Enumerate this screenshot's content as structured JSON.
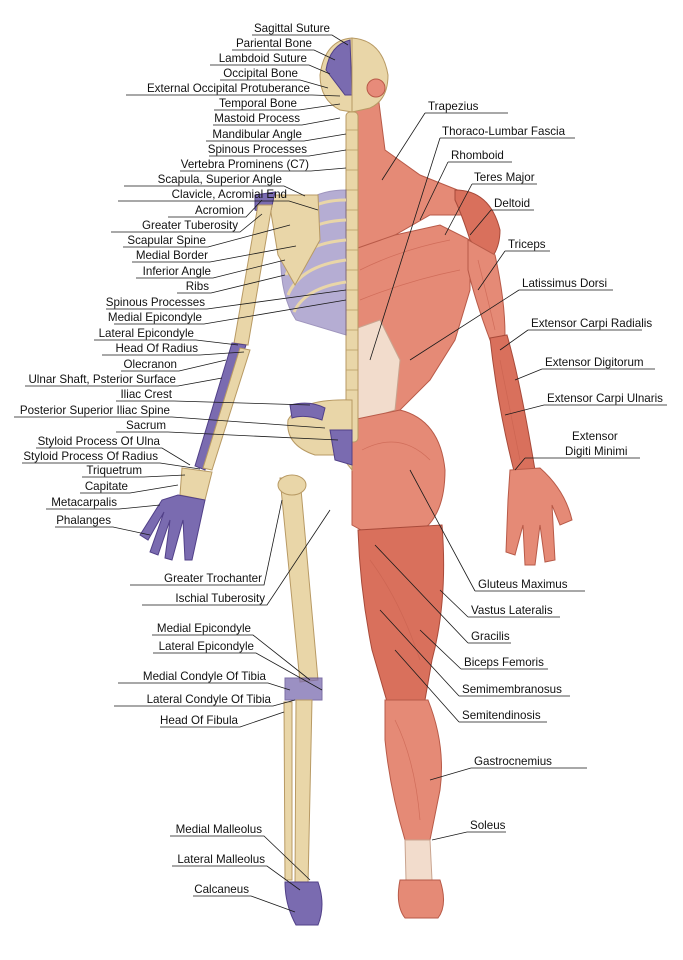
{
  "colors": {
    "bone": "#e9d6a8",
    "highlighted_bone": "#7a6bb0",
    "muscle": "#e58a76",
    "tendon": "#f2dccc",
    "text": "#111111",
    "background": "#ffffff"
  },
  "labels_left": [
    "Sagittal Suture",
    "Pariental Bone",
    "Lambdoid Suture",
    "Occipital Bone",
    "External Occipital Protuberance",
    "Temporal Bone",
    "Mastoid Process",
    "Mandibular Angle",
    "Spinous Processes",
    "Vertebra Prominens (C7)",
    "Scapula, Superior Angle",
    "Clavicle, Acromial End",
    "Acromion",
    "Greater Tuberosity",
    "Scapular Spine",
    "Medial Border",
    "Inferior Angle",
    "Ribs",
    "Spinous Processes",
    "Medial Epicondyle",
    "Lateral Epicondyle",
    "Head Of Radius",
    "Olecranon",
    "Ulnar Shaft, Psterior Surface",
    "Iliac Crest",
    "Posterior Superior Iliac Spine",
    "Sacrum",
    "Styloid Process Of Ulna",
    "Styloid Process Of Radius",
    "Triquetrum",
    "Capitate",
    "Metacarpalis",
    "Phalanges"
  ],
  "labels_lower_left": [
    "Greater Trochanter",
    "Ischial Tuberosity",
    "Medial Epicondyle",
    "Lateral Epicondyle",
    "Medial Condyle Of Tibia",
    "Lateral Condyle Of Tibia",
    "Head Of Fibula",
    "Medial Malleolus",
    "Lateral Malleolus",
    "Calcaneus"
  ],
  "labels_right": [
    "Trapezius",
    "Thoraco-Lumbar Fascia",
    "Rhomboid",
    "Teres Major",
    "Deltoid",
    "Triceps",
    "Latissimus Dorsi",
    "Extensor Carpi Radialis",
    "Extensor Digitorum",
    "Extensor Carpi Ulnaris",
    "Extensor",
    "Digiti Minimi",
    "Gluteus Maximus",
    "Vastus Lateralis",
    "Gracilis",
    "Biceps Femoris",
    "Semimembranosus",
    "Semitendinosis",
    "Gastrocnemius",
    "Soleus"
  ]
}
